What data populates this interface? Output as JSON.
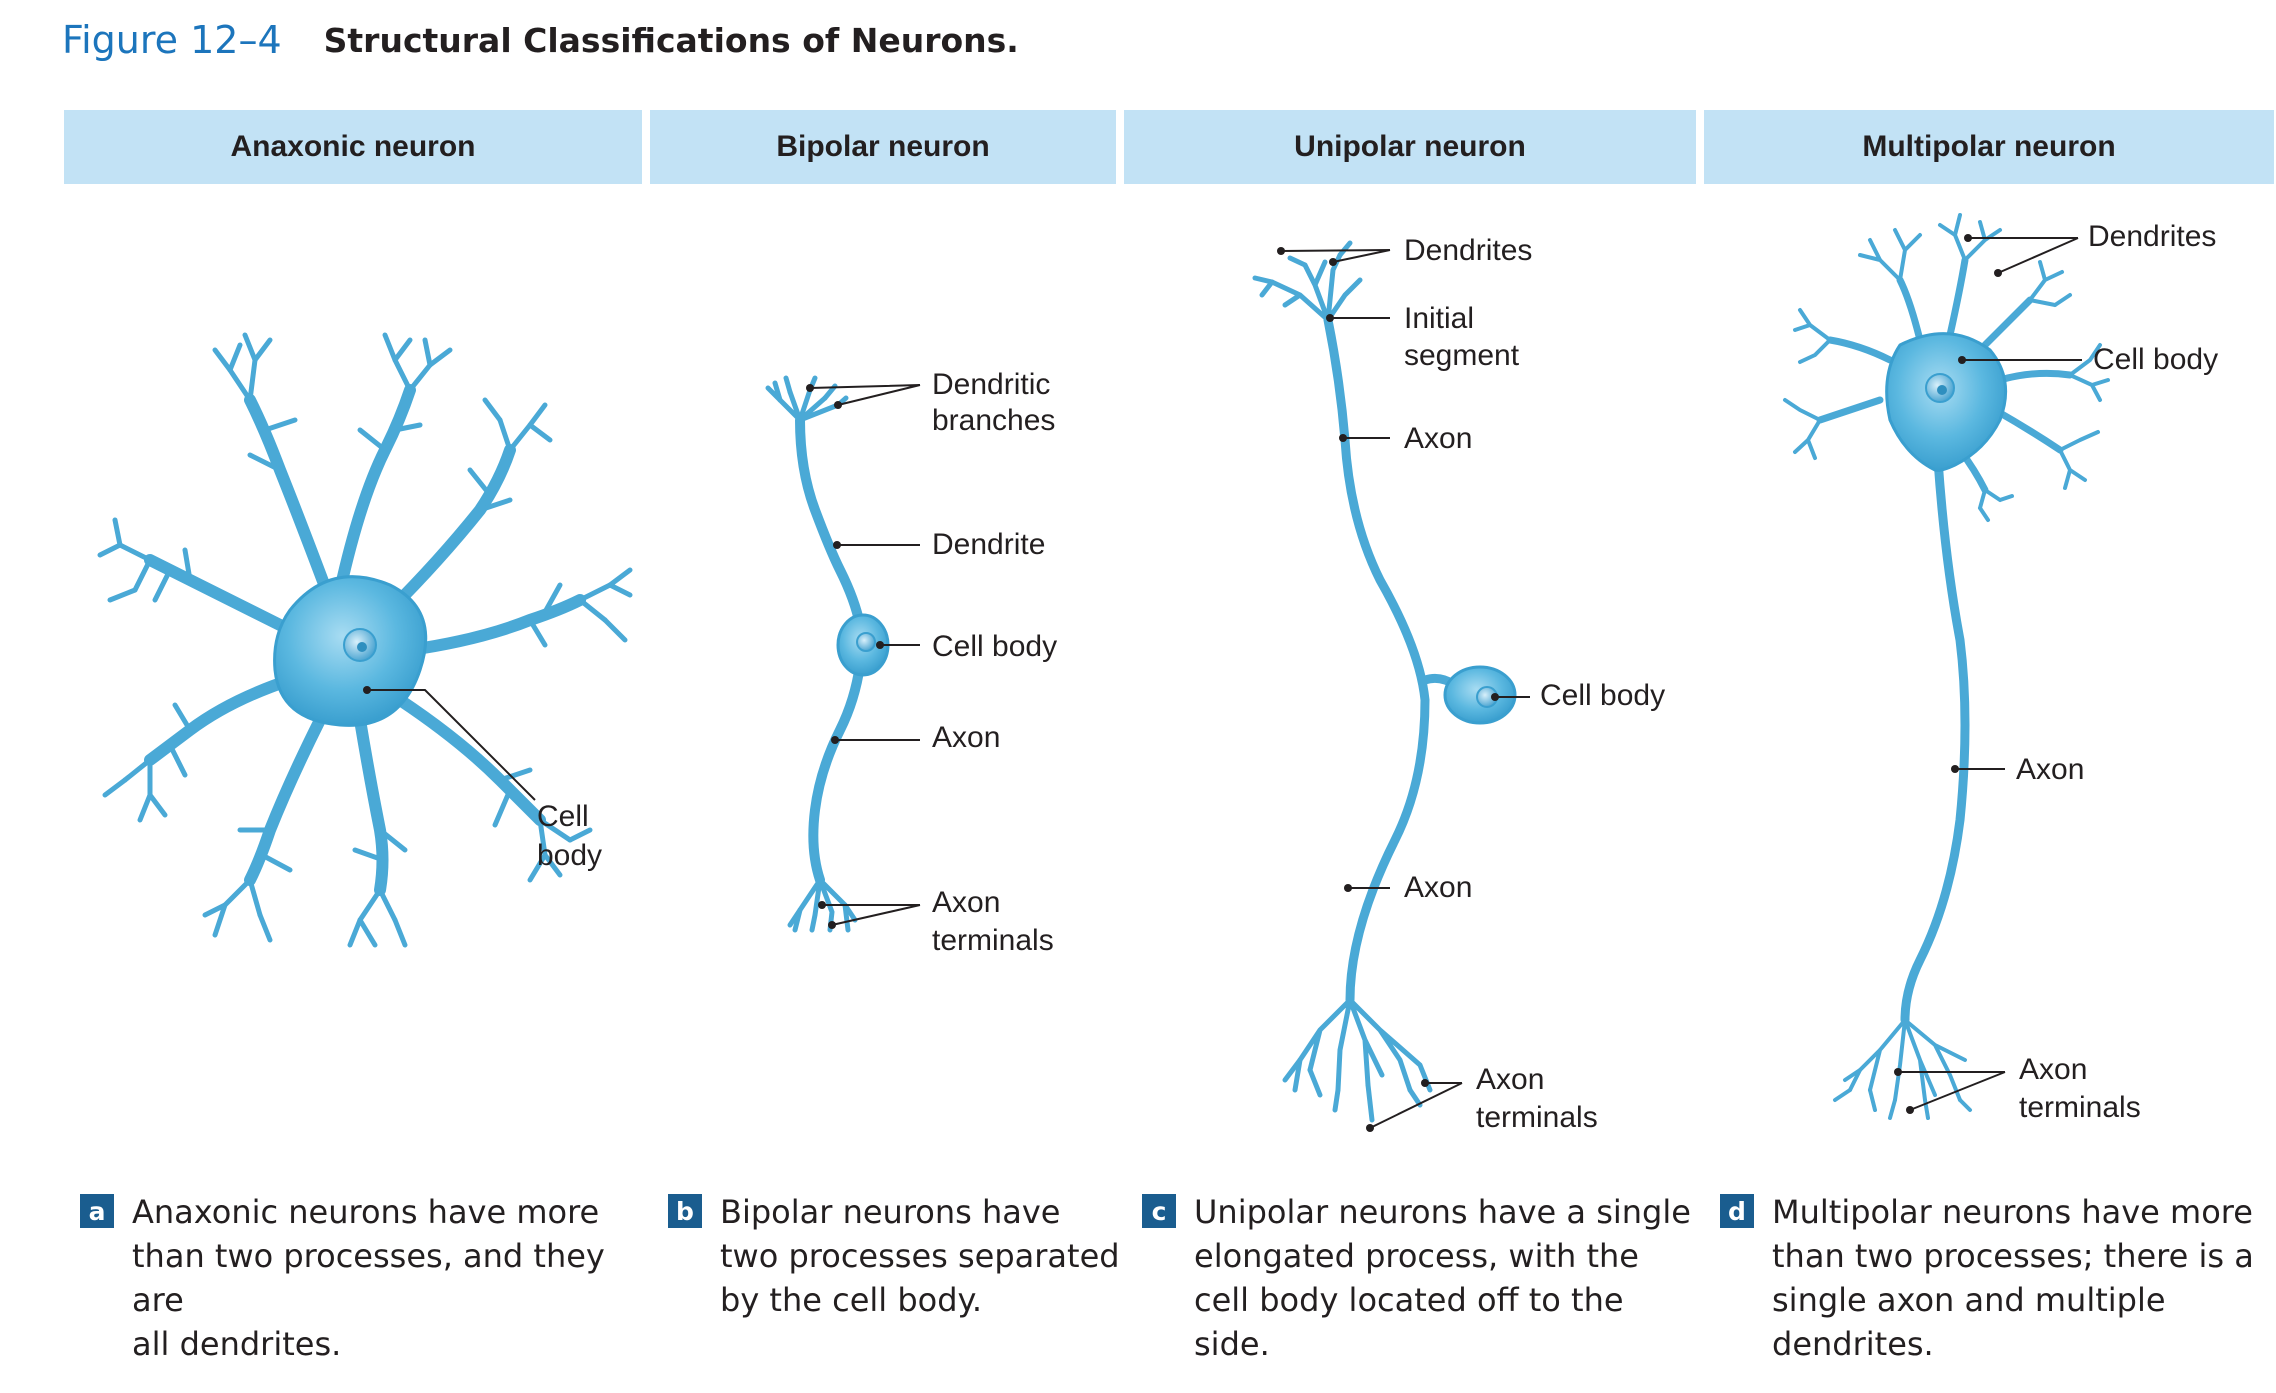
{
  "figure": {
    "number": "Figure 12–4",
    "title": "Structural Classifications of Neurons."
  },
  "columns": [
    {
      "header": "Anaxonic neuron",
      "labels": {
        "cell_body_1": "Cell",
        "cell_body_2": "body"
      },
      "caption_letter": "a",
      "caption_lines": [
        "Anaxonic neurons have more",
        "than two processes, and they are",
        "all dendrites."
      ]
    },
    {
      "header": "Bipolar neuron",
      "labels": {
        "dendritic_branches_1": "Dendritic",
        "dendritic_branches_2": "branches",
        "dendrite": "Dendrite",
        "cell_body": "Cell body",
        "axon": "Axon",
        "axon_terminals_1": "Axon",
        "axon_terminals_2": "terminals"
      },
      "caption_letter": "b",
      "caption_lines": [
        "Bipolar neurons have",
        "two processes separated",
        "by the cell body."
      ]
    },
    {
      "header": "Unipolar neuron",
      "labels": {
        "dendrites": "Dendrites",
        "initial_segment_1": "Initial",
        "initial_segment_2": "segment",
        "axon_upper": "Axon",
        "cell_body": "Cell body",
        "axon_lower": "Axon",
        "axon_terminals_1": "Axon",
        "axon_terminals_2": "terminals"
      },
      "caption_letter": "c",
      "caption_lines": [
        "Unipolar neurons have a single",
        "elongated process, with the",
        "cell body located off to the",
        "side."
      ]
    },
    {
      "header": "Multipolar neuron",
      "labels": {
        "dendrites": "Dendrites",
        "cell_body": "Cell body",
        "axon": "Axon",
        "axon_terminals_1": "Axon",
        "axon_terminals_2": "terminals"
      },
      "caption_letter": "d",
      "caption_lines": [
        "Multipolar neurons have more",
        "than two processes; there is a",
        "single axon and multiple",
        "dendrites."
      ]
    }
  ],
  "colors": {
    "header_band": "#c2e2f5",
    "figure_number": "#1c75bc",
    "badge": "#1a5d8f",
    "neuron_fill": "#5bb8e0",
    "neuron_stroke": "#2f8fbf"
  }
}
